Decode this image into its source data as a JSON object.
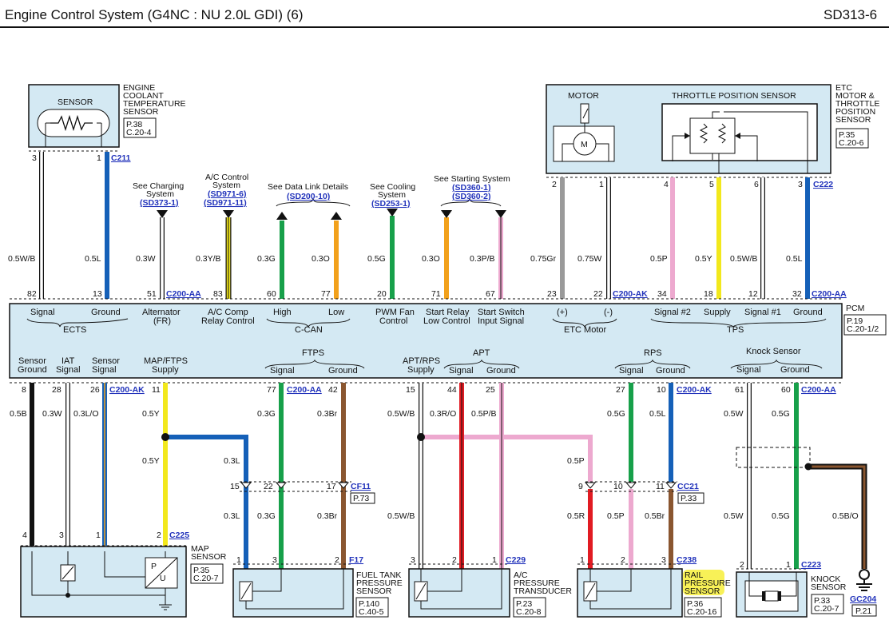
{
  "header": {
    "title": "Engine Control System (G4NC : NU 2.0L GDI) (6)",
    "code": "SD313-6"
  },
  "ects": {
    "label": "SENSOR",
    "name": [
      "ENGINE",
      "COOLANT",
      "TEMPERATURE",
      "SENSOR"
    ],
    "ref": [
      "P.38",
      "C.20-4"
    ],
    "connector": "C211"
  },
  "etc": {
    "motor_label": "MOTOR",
    "motor_symbol": "M",
    "tps_label": "THROTTLE POSITION SENSOR",
    "name": [
      "ETC",
      "MOTOR &",
      "THROTTLE",
      "POSITION",
      "SENSOR"
    ],
    "ref": [
      "P.35",
      "C.20-6"
    ],
    "connector": "C222"
  },
  "notes": [
    {
      "lines": [
        "See Charging",
        "System"
      ],
      "link": "(SD373-1)"
    },
    {
      "lines": [
        "A/C Control",
        "System"
      ],
      "links": [
        "(SD971-6)",
        "(SD971-11)"
      ]
    },
    {
      "lines": [
        "See Data Link Details"
      ],
      "link": "(SD200-10)"
    },
    {
      "lines": [
        "See Cooling",
        "System"
      ],
      "link": "(SD253-1)"
    },
    {
      "lines": [
        "See Starting System"
      ],
      "links": [
        "(SD360-1)",
        "(SD360-2)"
      ]
    }
  ],
  "top_wires": [
    {
      "pin_top": "3",
      "pin_pcm": "82",
      "color": "0.5W/B"
    },
    {
      "pin_top": "1",
      "pin_pcm": "13",
      "color": "0.5L"
    },
    {
      "pin_pcm": "51",
      "color": "0.3W"
    },
    {
      "pin_pcm": "83",
      "color": "0.3Y/B"
    },
    {
      "pin_pcm": "60",
      "color": "0.3G"
    },
    {
      "pin_pcm": "77",
      "color": "0.3O"
    },
    {
      "pin_pcm": "20",
      "color": "0.5G"
    },
    {
      "pin_pcm": "71",
      "color": "0.3O"
    },
    {
      "pin_pcm": "67",
      "color": "0.3P/B"
    },
    {
      "pin_top": "2",
      "pin_pcm": "23",
      "color": "0.75Gr"
    },
    {
      "pin_top": "1",
      "pin_pcm": "22",
      "color": "0.75W"
    },
    {
      "pin_top": "4",
      "pin_pcm": "34",
      "color": "0.5P"
    },
    {
      "pin_top": "5",
      "pin_pcm": "18",
      "color": "0.5Y"
    },
    {
      "pin_top": "6",
      "pin_pcm": "12",
      "color": "0.5W/B"
    },
    {
      "pin_top": "3",
      "pin_pcm": "32",
      "color": "0.5L"
    }
  ],
  "pcm_connectors": {
    "top_a": "C200-AA",
    "top_b": "C200-AK",
    "top_c": "C200-AA",
    "bot_a": "C200-AK",
    "bot_b": "C200-AA",
    "bot_c": "C200-AK",
    "bot_d": "C200-AA"
  },
  "pcm": {
    "name": "PCM",
    "ref": [
      "P.19",
      "C.20-1/2"
    ],
    "top_labels": {
      "signal": "Signal",
      "ground": "Ground",
      "ects": "ECTS",
      "alternator": [
        "Alternator",
        "(FR)"
      ],
      "ac_comp": [
        "A/C Comp",
        "Relay Control"
      ],
      "high": "High",
      "low": "Low",
      "ccan": "C-CAN",
      "pwm": [
        "PWM Fan",
        "Control"
      ],
      "start_relay": [
        "Start Relay",
        "Low Control"
      ],
      "start_switch": [
        "Start Switch",
        "Input Signal"
      ],
      "plus": "(+)",
      "minus": "(-)",
      "etc_motor": "ETC Motor",
      "sig2": "Signal #2",
      "supply": "Supply",
      "sig1": "Signal #1",
      "tground": "Ground",
      "tps": "TPS"
    },
    "bottom_labels": {
      "sensor_ground": [
        "Sensor",
        "Ground"
      ],
      "iat_signal": [
        "IAT",
        "Signal"
      ],
      "sensor_signal": [
        "Sensor",
        "Signal"
      ],
      "mapftps_supply": [
        "MAP/FTPS",
        "Supply"
      ],
      "ftps": "FTPS",
      "ftps_signal": "Signal",
      "ftps_ground": "Ground",
      "aptrps_supply": [
        "APT/RPS",
        "Supply"
      ],
      "apt": "APT",
      "apt_signal": "Signal",
      "apt_ground": "Ground",
      "rps": "RPS",
      "rps_signal": "Signal",
      "rps_ground": "Ground",
      "knock": "Knock Sensor",
      "knock_signal": "Signal",
      "knock_ground": "Ground"
    }
  },
  "bottom_pins": {
    "p8": "8",
    "p28": "28",
    "p26": "26",
    "p11": "11",
    "p77": "77",
    "p42": "42",
    "p15": "15",
    "p44": "44",
    "p25": "25",
    "p27": "27",
    "p10": "10",
    "p61": "61",
    "p60": "60"
  },
  "bottom_colors": {
    "map_g": "0.5B",
    "map_iat": "0.3W",
    "map_sig": "0.3L/O",
    "map_sup": "0.5Y",
    "map_sup2": "0.5Y",
    "ftps_sup": "0.3L",
    "ftps_sup2": "0.3L",
    "ftps_sig": "0.3G",
    "ftps_sig2": "0.3G",
    "ftps_gnd": "0.3Br",
    "ftps_gnd2": "0.3Br",
    "apt_sup": "0.5W/B",
    "apt_sup2": "0.5W/B",
    "apt_sig": "0.3R/O",
    "apt_gnd": "0.5P/B",
    "rps_sup": "0.5P",
    "rps_sup2": "0.5R",
    "rps_sig": "0.5G",
    "rps_sig2": "0.5P",
    "rps_gnd": "0.5L",
    "rps_gnd2": "0.5Br",
    "knock_sig": "0.5W",
    "knock_sig2": "0.5W",
    "knock_gnd": "0.5G",
    "knock_gnd2": "0.5G",
    "knock_shield": "0.5B/O"
  },
  "cf11": {
    "pins": [
      "15",
      "22",
      "17",
      "9",
      "10",
      "11"
    ],
    "label": "CF11",
    "ref": "P.73",
    "label2": "CC21",
    "ref2": "P.33"
  },
  "components": {
    "map": {
      "pins": [
        "4",
        "3",
        "1",
        "2"
      ],
      "connector": "C225",
      "name": [
        "MAP",
        "SENSOR"
      ],
      "ref": [
        "P.35",
        "C.20-7"
      ]
    },
    "fuel": {
      "pins": [
        "1",
        "3",
        "2"
      ],
      "connector": "F17",
      "name": [
        "FUEL TANK",
        "PRESSURE",
        "SENSOR"
      ],
      "ref": [
        "P.140",
        "C.40-5"
      ]
    },
    "ac": {
      "pins": [
        "3",
        "2",
        "1"
      ],
      "connector": "C229",
      "name": [
        "A/C",
        "PRESSURE",
        "TRANSDUCER"
      ],
      "ref": [
        "P.23",
        "C.20-8"
      ]
    },
    "rail": {
      "pins": [
        "1",
        "2",
        "3"
      ],
      "connector": "C238",
      "name": [
        "RAIL",
        "PRESSURE",
        "SENSOR"
      ],
      "ref": [
        "P.36",
        "C.20-16"
      ]
    },
    "knock": {
      "pins": [
        "2",
        "1"
      ],
      "connector": "C223",
      "name": [
        "KNOCK",
        "SENSOR"
      ],
      "ref": [
        "P.33",
        "C.20-7"
      ]
    },
    "gc204": {
      "label": "GC204",
      "ref": "P.21"
    }
  },
  "colors": {
    "panel": "#d4e9f3",
    "blue": "#1560b8",
    "green": "#17a04a",
    "orange": "#f2a11c",
    "yellow": "#f2e81c",
    "pink": "#eda9cf",
    "gray": "#9a9a9a",
    "brown": "#8a5630",
    "red": "#e11b22",
    "black": "#111111",
    "link": "#2233bb"
  }
}
